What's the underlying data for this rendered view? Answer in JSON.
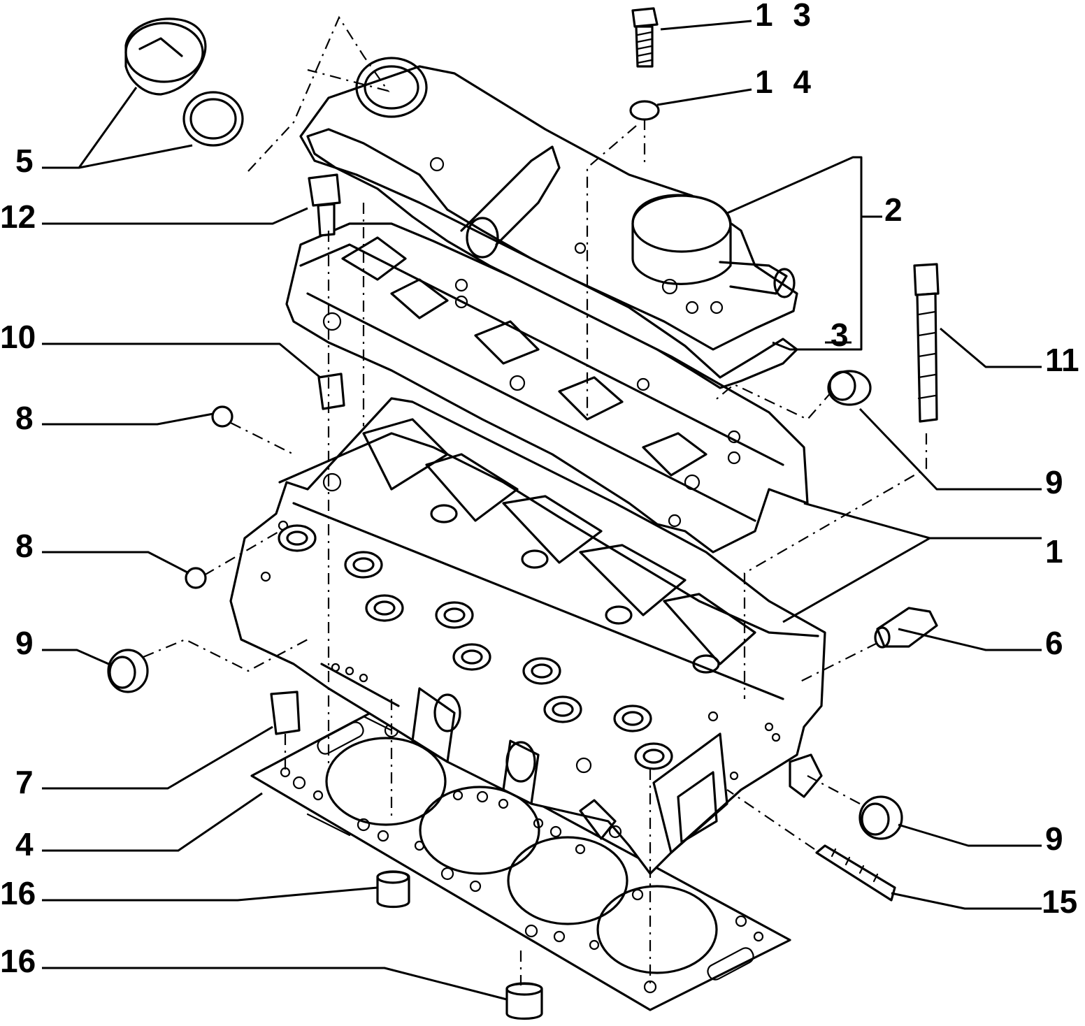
{
  "callouts": {
    "c1": "1",
    "c2": "2",
    "c3": "3",
    "c4": "4",
    "c5": "5",
    "c6": "6",
    "c7": "7",
    "c8a": "8",
    "c8b": "8",
    "c9a": "9",
    "c9b": "9",
    "c9c": "9",
    "c10": "10",
    "c11": "11",
    "c12": "12",
    "c13": "1 3",
    "c14": "1 4",
    "c15": "15",
    "c16a": "16",
    "c16b": "16"
  },
  "icons": {
    "oil_filler_cap": "oil-cap-icon",
    "cylinder_head": "cylinder-head-icon",
    "head_gasket": "head-gasket-icon",
    "valve_cover": "valve-cover-icon"
  }
}
